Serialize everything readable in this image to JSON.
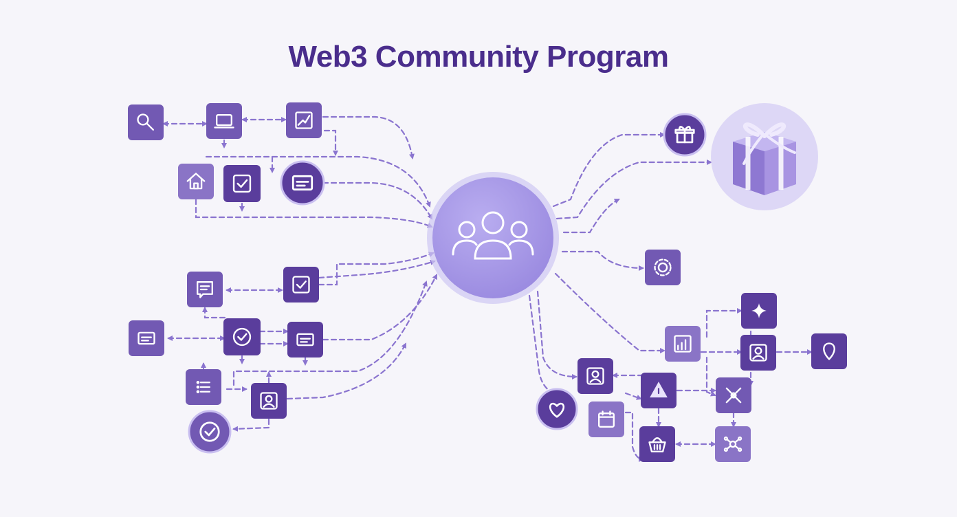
{
  "title": "Web3 Community Program",
  "colors": {
    "background": "#f6f5fa",
    "title": "#4a2d8c",
    "icon_dark": "#5a3d9c",
    "icon_mid": "#7259b3",
    "icon_light": "#8a74c6",
    "connector": "#8a74cf",
    "hub_fill": "#a89be8",
    "hub_halo": "#cfc8f2",
    "gift_halo": "#ddd7f6"
  },
  "hub": {
    "name": "community-hub",
    "icon": "people-group-icon"
  },
  "reward": {
    "name": "reward-gift",
    "icon": "gift-box-icon"
  },
  "nodes": [
    {
      "id": "search",
      "icon": "search-icon",
      "shape": "square",
      "tone": "mid"
    },
    {
      "id": "laptop",
      "icon": "laptop-icon",
      "shape": "square",
      "tone": "mid"
    },
    {
      "id": "growth-chart",
      "icon": "growth-chart-icon",
      "shape": "square",
      "tone": "mid"
    },
    {
      "id": "home",
      "icon": "home-icon",
      "shape": "square",
      "tone": "light"
    },
    {
      "id": "verify-code",
      "icon": "code-check-icon",
      "shape": "square",
      "tone": "dark"
    },
    {
      "id": "document-card",
      "icon": "document-card-icon",
      "shape": "circle",
      "tone": "dark"
    },
    {
      "id": "chat-notes",
      "icon": "chat-notes-icon",
      "shape": "square",
      "tone": "mid"
    },
    {
      "id": "edit-task",
      "icon": "edit-check-icon",
      "shape": "square",
      "tone": "dark"
    },
    {
      "id": "id-card",
      "icon": "id-card-icon",
      "shape": "square",
      "tone": "mid"
    },
    {
      "id": "badge-check",
      "icon": "badge-check-icon",
      "shape": "square",
      "tone": "dark"
    },
    {
      "id": "ledger",
      "icon": "ledger-icon",
      "shape": "square",
      "tone": "dark"
    },
    {
      "id": "task-list",
      "icon": "task-list-icon",
      "shape": "square",
      "tone": "mid"
    },
    {
      "id": "member-profile",
      "icon": "user-icon",
      "shape": "square",
      "tone": "dark"
    },
    {
      "id": "approved",
      "icon": "check-circle-icon",
      "shape": "circle",
      "tone": "mid"
    },
    {
      "id": "gift-small",
      "icon": "gift-icon",
      "shape": "circle",
      "tone": "dark"
    },
    {
      "id": "settings",
      "icon": "gear-icon",
      "shape": "square",
      "tone": "mid"
    },
    {
      "id": "sparkle",
      "icon": "sparkle-icon",
      "shape": "square",
      "tone": "dark"
    },
    {
      "id": "analytics",
      "icon": "bar-chart-icon",
      "shape": "square",
      "tone": "light"
    },
    {
      "id": "contributor",
      "icon": "user-icon",
      "shape": "square",
      "tone": "dark"
    },
    {
      "id": "location",
      "icon": "location-pin-icon",
      "shape": "square",
      "tone": "dark"
    },
    {
      "id": "ambassador",
      "icon": "user-icon",
      "shape": "square",
      "tone": "dark"
    },
    {
      "id": "alert",
      "icon": "warning-icon",
      "shape": "square",
      "tone": "dark"
    },
    {
      "id": "tools",
      "icon": "tools-icon",
      "shape": "square",
      "tone": "mid"
    },
    {
      "id": "favorite",
      "icon": "heart-icon",
      "shape": "circle",
      "tone": "dark"
    },
    {
      "id": "calendar",
      "icon": "calendar-icon",
      "shape": "square",
      "tone": "light"
    },
    {
      "id": "basket",
      "icon": "basket-icon",
      "shape": "square",
      "tone": "dark"
    },
    {
      "id": "network",
      "icon": "network-icon",
      "shape": "square",
      "tone": "light"
    }
  ]
}
